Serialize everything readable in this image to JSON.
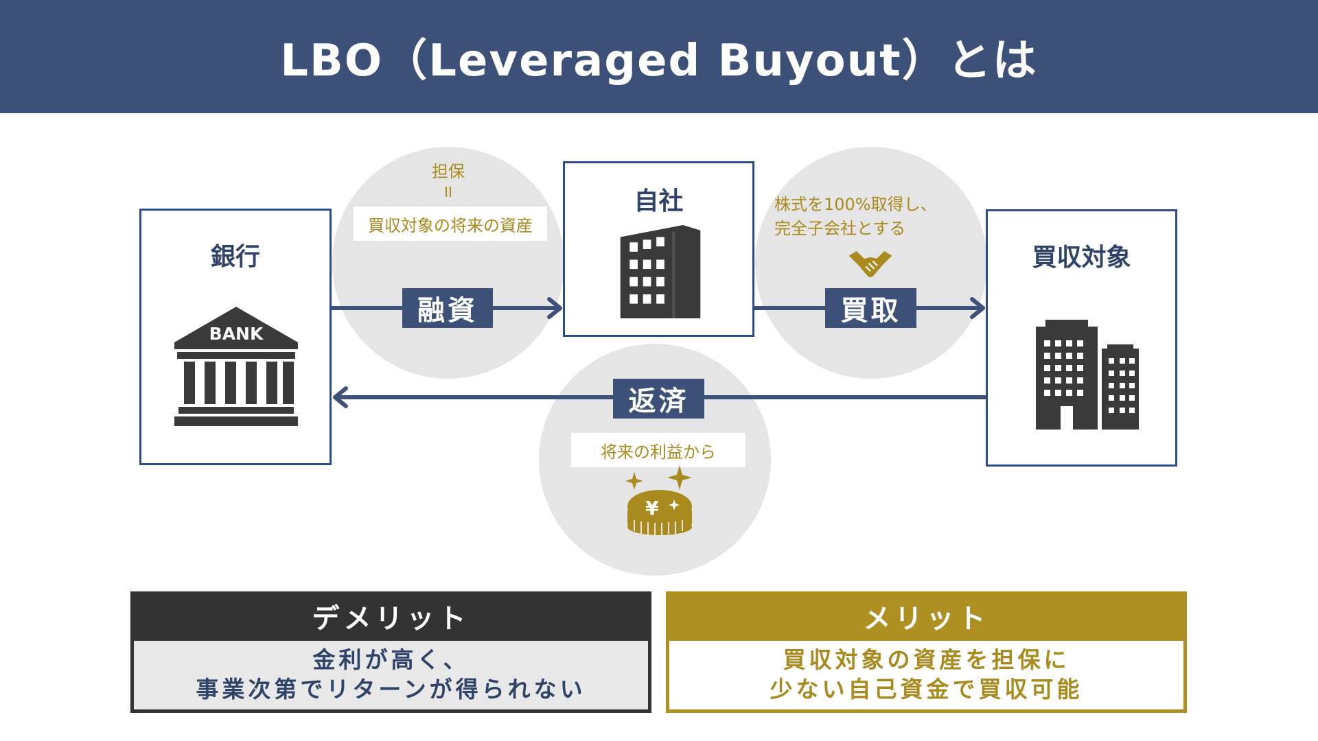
{
  "header": {
    "title": "LBO（Leveraged Buyout）とは"
  },
  "diagram": {
    "bank_label": "銀行",
    "bank_icon_text": "BANK",
    "company_label": "自社",
    "target_label": "買収対象",
    "loan_label": "融資",
    "buy_label": "買取",
    "repay_label": "返済",
    "collateral_top": "担保",
    "collateral_eq": "II",
    "collateral_detail": "買収対象の将来の資産",
    "acquisition_note_line1": "株式を100%取得し、",
    "acquisition_note_line2": "完全子会社とする",
    "repay_note": "将来の利益から",
    "coin_symbol": "¥"
  },
  "demerit": {
    "title": "デメリット",
    "line1": "金利が高く、",
    "line2": "事業次第でリターンが得られない"
  },
  "merit": {
    "title": "メリット",
    "line1": "買収対象の資産を担保に",
    "line2": "少ない自己資金で買収可能"
  },
  "colors": {
    "navy": "#3d5178",
    "box_border": "#2c4a8c",
    "gold": "#a88a1e",
    "dark": "#333333",
    "circle": "#e6e5e5"
  }
}
